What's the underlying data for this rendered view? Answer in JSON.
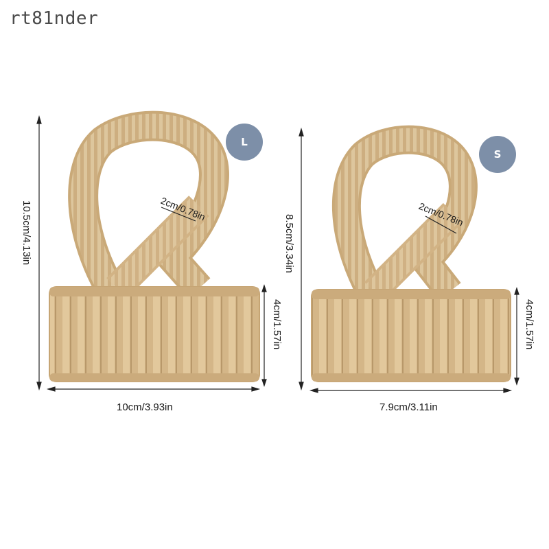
{
  "watermark": "rt81nder",
  "colors": {
    "badge": "#7d8fa8",
    "fabric": "#d7b98a",
    "fabric_dark": "#b99866",
    "fabric_light": "#ead4ae",
    "dimension_line": "#222222"
  },
  "products": [
    {
      "size_label": "L",
      "total_height": "10.5cm/4.13in",
      "strap_width": "2cm/0.78in",
      "band_height": "4cm/1.57in",
      "band_width": "10cm/3.93in"
    },
    {
      "size_label": "S",
      "total_height": "8.5cm/3.34in",
      "strap_width": "2cm/0.78in",
      "band_height": "4cm/1.57in",
      "band_width": "7.9cm/3.11in"
    }
  ]
}
